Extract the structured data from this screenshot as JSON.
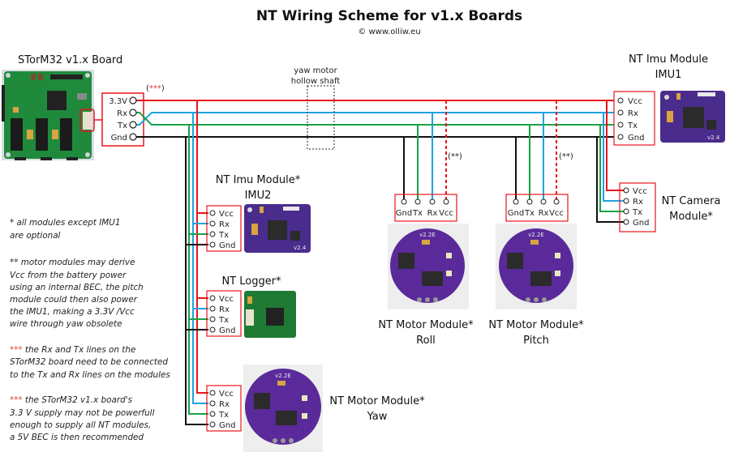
{
  "title": "NT Wiring Scheme for v1.x Boards",
  "copyright": "© www.olliw.eu",
  "colors": {
    "vcc": "#e8141c",
    "rx": "#1ea3e0",
    "tx": "#18a24a",
    "gnd": "#111111",
    "box": "#e8141c",
    "pcb_purple": "#5a2a9a",
    "pcb_green": "#1f8a3c"
  },
  "board": {
    "label": "STorM32 v1.x Board",
    "annotation": "(***)",
    "pins": [
      "3.3V",
      "Rx",
      "Tx",
      "Gnd"
    ]
  },
  "shaft": {
    "line1": "yaw motor",
    "line2": "hollow shaft"
  },
  "imu1": {
    "line1": "NT Imu Module",
    "line2": "IMU1",
    "pins": [
      "Vcc",
      "Rx",
      "Tx",
      "Gnd"
    ],
    "chip_label": "v2.4"
  },
  "imu2": {
    "line1": "NT Imu Module*",
    "line2": "IMU2",
    "pins": [
      "Vcc",
      "Rx",
      "Tx",
      "Gnd"
    ],
    "chip_label": "v2.4"
  },
  "logger": {
    "line1": "NT Logger*",
    "pins": [
      "Vcc",
      "Rx",
      "Tx",
      "Gnd"
    ]
  },
  "yaw": {
    "line1": "NT Motor Module*",
    "line2": "Yaw",
    "pins": [
      "Vcc",
      "Rx",
      "Tx",
      "Gnd"
    ],
    "chip_label": "v2.2E"
  },
  "camera": {
    "line1": "NT Camera",
    "line2": "Module*",
    "pins": [
      "Vcc",
      "Rx",
      "Tx",
      "Gnd"
    ]
  },
  "roll": {
    "line1": "NT Motor Module*",
    "line2": "Roll",
    "pins": [
      "Gnd",
      "Tx",
      "Rx",
      "Vcc"
    ],
    "annotation": "(**)",
    "chip_label": "v2.2E"
  },
  "pitch": {
    "line1": "NT Motor Module*",
    "line2": "Pitch",
    "pins": [
      "Gnd",
      "Tx",
      "Rx",
      "Vcc"
    ],
    "annotation": "(**)",
    "chip_label": "v2.2E"
  },
  "notes": {
    "n1": [
      "* all modules except IMU1",
      "are optional"
    ],
    "n2": [
      "** motor modules may derive",
      "Vcc from the battery power",
      "using an internal BEC, the pitch",
      "module could then also power",
      "the IMU1, making a 3.3V /Vcc",
      "wire through yaw obsolete"
    ],
    "n3_stars": "***",
    "n3": [
      " the Rx and Tx lines on the",
      "STorM32 board need to be connected",
      "to the Tx and Rx lines on the modules"
    ],
    "n4_stars": "***",
    "n4": [
      " the STorM32 v1.x board's",
      "3.3 V supply may not be powerfull",
      "enough to supply all NT modules,",
      "a 5V BEC is then recommended"
    ]
  }
}
